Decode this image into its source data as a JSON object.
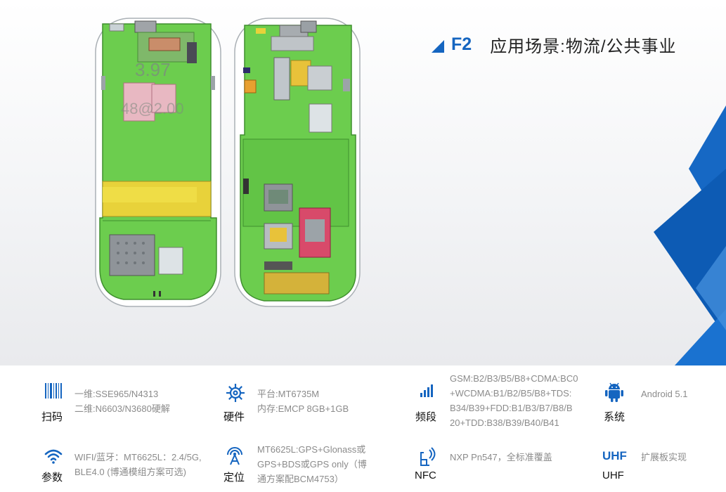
{
  "header": {
    "model": "F2",
    "title": "应用场景:物流/公共事业"
  },
  "board_overlay": {
    "value_a": "3.97",
    "value_b": "48@2.00"
  },
  "specs": {
    "scan": {
      "label": "扫码",
      "icon": "barcode-icon",
      "lines": [
        "一维:SSE965/N4313",
        "二维:N6603/N3680硬解"
      ]
    },
    "hardware": {
      "label": "硬件",
      "icon": "gear-icon",
      "lines": [
        "平台:MT6735M",
        "内存:EMCP 8GB+1GB"
      ]
    },
    "bands": {
      "label": "频段",
      "icon": "signal-icon",
      "lines": [
        "GSM:B2/B3/B5/B8+CDMA:BC0",
        "+WCDMA:B1/B2/B5/B8+TDS:",
        "B34/B39+FDD:B1/B3/B7/B8/B",
        "20+TDD:B38/B39/B40/B41"
      ]
    },
    "system": {
      "label": "系统",
      "icon": "android-icon",
      "lines": [
        "Android 5.1"
      ]
    },
    "params": {
      "label": "参数",
      "icon": "wifi-icon",
      "lines": [
        "WIFI/蓝牙：MT6625L：2.4/5G,",
        "BLE4.0 (博通模组方案可选)"
      ]
    },
    "positioning": {
      "label": "定位",
      "icon": "location-icon",
      "lines": [
        "MT6625L:GPS+Glonass或",
        "GPS+BDS或GPS only（博",
        "通方案配BCM4753）"
      ]
    },
    "nfc": {
      "label": "NFC",
      "icon": "nfc-icon",
      "lines": [
        "NXP Pn547，全标准覆盖"
      ]
    },
    "uhf": {
      "label": "UHF",
      "icon_text": "UHF",
      "lines": [
        "扩展板实现"
      ]
    }
  },
  "colors": {
    "accent": "#1565c0",
    "pcb_green": "#6ccd4e",
    "label_text": "#111111",
    "value_text": "#8b8b8b"
  }
}
